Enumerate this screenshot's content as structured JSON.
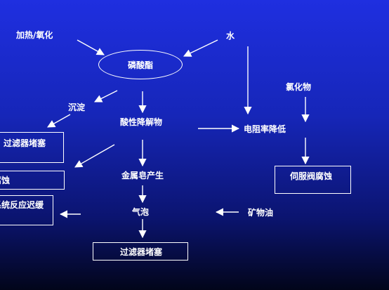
{
  "nodes": {
    "heat_oxidation": "加热/氧化",
    "water": "水",
    "phosphate_ester": "磷酸酯",
    "sediment": "沉淀",
    "acidic_degradation": "酸性降解物",
    "chloride": "氯化物",
    "resistivity_drop": "电阻率降低",
    "filter_clog_left": "过滤器堵塞",
    "corrosion": "腐蚀",
    "metal_soap": "金属皂产生",
    "servo_valve_corrosion": "伺服阀腐蚀",
    "system_response_delay": "系统反应迟缓",
    "bubbles": "气泡",
    "mineral_oil": "矿物油",
    "filter_clog_bottom": "过滤器堵塞"
  },
  "edges": [
    {
      "from": "heat_oxidation",
      "to": "phosphate_ester"
    },
    {
      "from": "water",
      "to": "phosphate_ester"
    },
    {
      "from": "water",
      "to": "resistivity_drop"
    },
    {
      "from": "phosphate_ester",
      "to": "sediment"
    },
    {
      "from": "phosphate_ester",
      "to": "acidic_degradation"
    },
    {
      "from": "sediment",
      "to": "filter_clog_left"
    },
    {
      "from": "acidic_degradation",
      "to": "resistivity_drop"
    },
    {
      "from": "acidic_degradation",
      "to": "corrosion"
    },
    {
      "from": "acidic_degradation",
      "to": "metal_soap"
    },
    {
      "from": "chloride",
      "to": "resistivity_drop"
    },
    {
      "from": "resistivity_drop",
      "to": "servo_valve_corrosion"
    },
    {
      "from": "metal_soap",
      "to": "bubbles"
    },
    {
      "from": "bubbles",
      "to": "system_response_delay"
    },
    {
      "from": "bubbles",
      "to": "filter_clog_bottom"
    },
    {
      "from": "mineral_oil",
      "to": "bubbles"
    }
  ],
  "colors": {
    "line": "#ffffff",
    "text": "#ffffff",
    "bg_top": "#1f2fe0",
    "bg_bottom": "#02051a"
  }
}
